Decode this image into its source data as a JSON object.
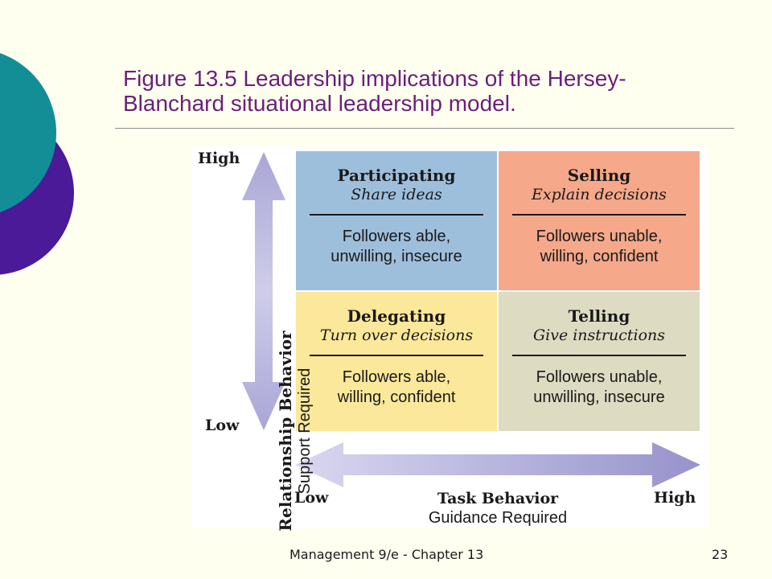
{
  "title": "Figure 13.5 Leadership implications of the Hersey-Blanchard situational leadership model.",
  "title_lines": [
    "Figure 13.5 Leadership implications of the Hersey-",
    "Blanchard situational leadership model."
  ],
  "quadrants": [
    {
      "name": "Participating",
      "style": "Share ideas",
      "desc_line1": "Followers able,",
      "desc_line2": "unwilling, insecure",
      "color": "#9ebfdc"
    },
    {
      "name": "Selling",
      "style": "Explain decisions",
      "desc_line1": "Followers unable,",
      "desc_line2": "willing, confident",
      "color": "#f5a88a"
    },
    {
      "name": "Delegating",
      "style": "Turn over decisions",
      "desc_line1": "Followers able,",
      "desc_line2": "willing, confident",
      "color": "#fbe89a"
    },
    {
      "name": "Telling",
      "style": "Give instructions",
      "desc_line1": "Followers unable,",
      "desc_line2": "unwilling, insecure",
      "color": "#dddbc1"
    }
  ],
  "y_axis": {
    "high": "High",
    "low": "Low",
    "label": "Relationship Behavior",
    "sublabel": "Support Required"
  },
  "x_axis": {
    "low": "Low",
    "high": "High",
    "label": "Task Behavior",
    "sublabel": "Guidance Required"
  },
  "footer": {
    "text": "Management 9/e - Chapter 13",
    "page": "23"
  },
  "colors": {
    "title": "#6a1f7a",
    "teal": "#138e96",
    "purple": "#4a1a98",
    "arrow": "#a9a6d6"
  }
}
